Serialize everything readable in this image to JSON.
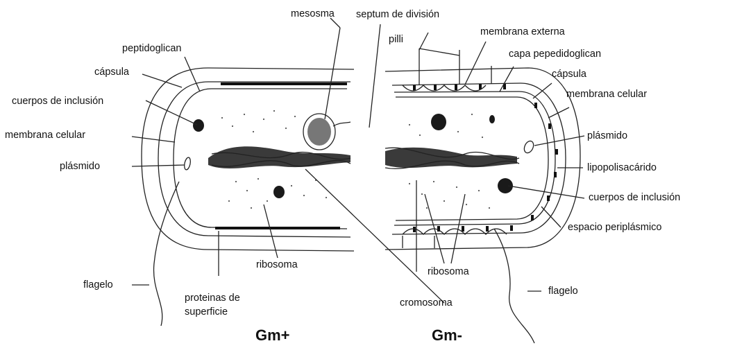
{
  "labels": {
    "peptidoglican": "peptidoglican",
    "capsula_left": "cápsula",
    "cuerpos_left": "cuerpos de inclusión",
    "membrana_left": "membrana celular",
    "plasmido_left": "plásmido",
    "flagelo_left": "flagelo",
    "proteinas": "proteinas de superficie",
    "ribosoma_left": "ribosoma",
    "mesosma": "mesosma",
    "septum": "septum de división",
    "pilli": "pilli",
    "membrana_externa": "membrana externa",
    "capa_pepedidoglican": "capa pepedidoglican",
    "capsula_right": "cápsula",
    "membrana_right": "membrana celular",
    "plasmido_right": "plásmido",
    "lipopolisacarido": "lipopolisacárido",
    "cuerpos_right": "cuerpos de inclusión",
    "espacio": "espacio periplásmico",
    "ribosoma_right": "ribosoma",
    "flagelo_right": "flagelo",
    "cromosoma": "cromosoma"
  },
  "captions": {
    "gm_plus": "Gm+",
    "gm_minus": "Gm-"
  },
  "colors": {
    "ink": "#111111",
    "background": "#ffffff"
  }
}
